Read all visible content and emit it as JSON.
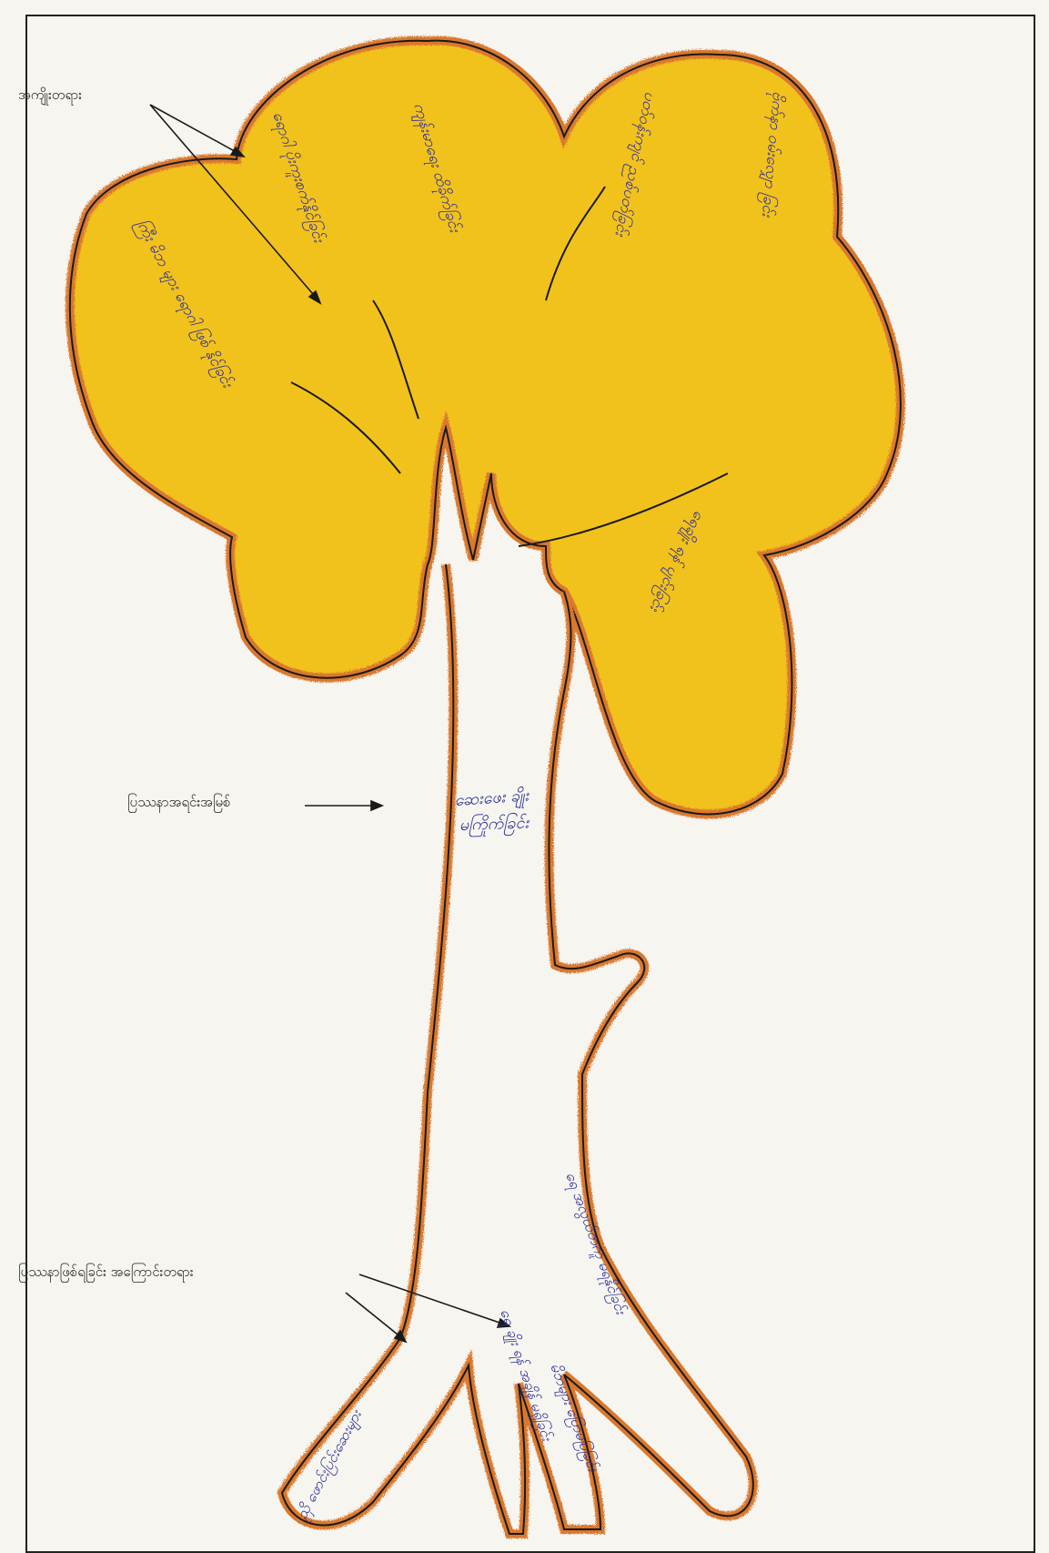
{
  "labels": {
    "consequences": "အကျိုးတရား",
    "core_problem": "ပြဿနာအရင်းအမြစ်",
    "causes": "ပြဿနာဖြစ်ရခြင်း အကြောင်းတရား"
  },
  "handwriting": {
    "trunk_line1": "ဆေးဖေး ချိုး",
    "trunk_line2": "မကြိုက်ခြင်း",
    "leaf_1": "ကြီး မိဘ များ ရောဂါ ဖြစ် နိုင်ခြင်း",
    "leaf_2": "ရောဂါ ပိုးကူးစက်နိုင်ခြင်း",
    "leaf_3": "ကျန်းမာရေး ထိခိုက်ခြင်း",
    "leaf_4": "ပတ်ဝန်းကျင် ညစ်ပတ်ခြင်း",
    "leaf_5": "ဗိုက်နာ ဝမ်းလျှော ခြင်း",
    "leaf_6": "ရေချိုး ရန် ပျင်းခြင်း",
    "root_1": "ညှိ ဖောင်းပြင်းဆေးများ",
    "root_2": "ရေ ချိုး ရန် အချိန် မရှိခြင်း",
    "root_3": "မိဘများ ပြောမပြခြင်း",
    "root_4": "ရေ အလွယ်တကူ မရနိုင်ခြင်း"
  },
  "colors": {
    "foliage": "#f2c21a",
    "foliage_edge": "#d9782e",
    "outline": "#1a1a1a",
    "ink": "#2c2f9a"
  }
}
